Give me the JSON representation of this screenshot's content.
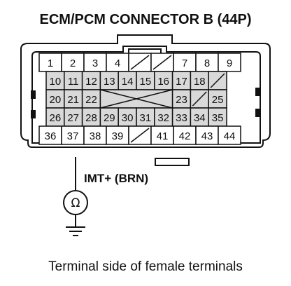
{
  "title": "ECM/PCM CONNECTOR B (44P)",
  "caption": "Terminal side of female terminals",
  "wire_label": "IMT+ (BRN)",
  "meter_symbol": "Ω",
  "connector": {
    "rows": [
      [
        "1",
        "2",
        "3",
        "4",
        "blank",
        "blank",
        "7",
        "8",
        "9"
      ],
      [
        "10",
        "11",
        "12",
        "13",
        "14",
        "15",
        "16",
        "17",
        "18",
        "blank"
      ],
      [
        "20",
        "21",
        "22",
        "X",
        "X",
        "X",
        "X",
        "23",
        "blank",
        "25"
      ],
      [
        "26",
        "27",
        "28",
        "29",
        "30",
        "31",
        "32",
        "33",
        "34",
        "35"
      ],
      [
        "36",
        "37",
        "38",
        "39",
        "blank",
        "41",
        "42",
        "43",
        "44"
      ]
    ],
    "probed_terminal": "37"
  },
  "icons": {
    "meter": "ohmmeter-icon",
    "ground": "ground-icon"
  }
}
